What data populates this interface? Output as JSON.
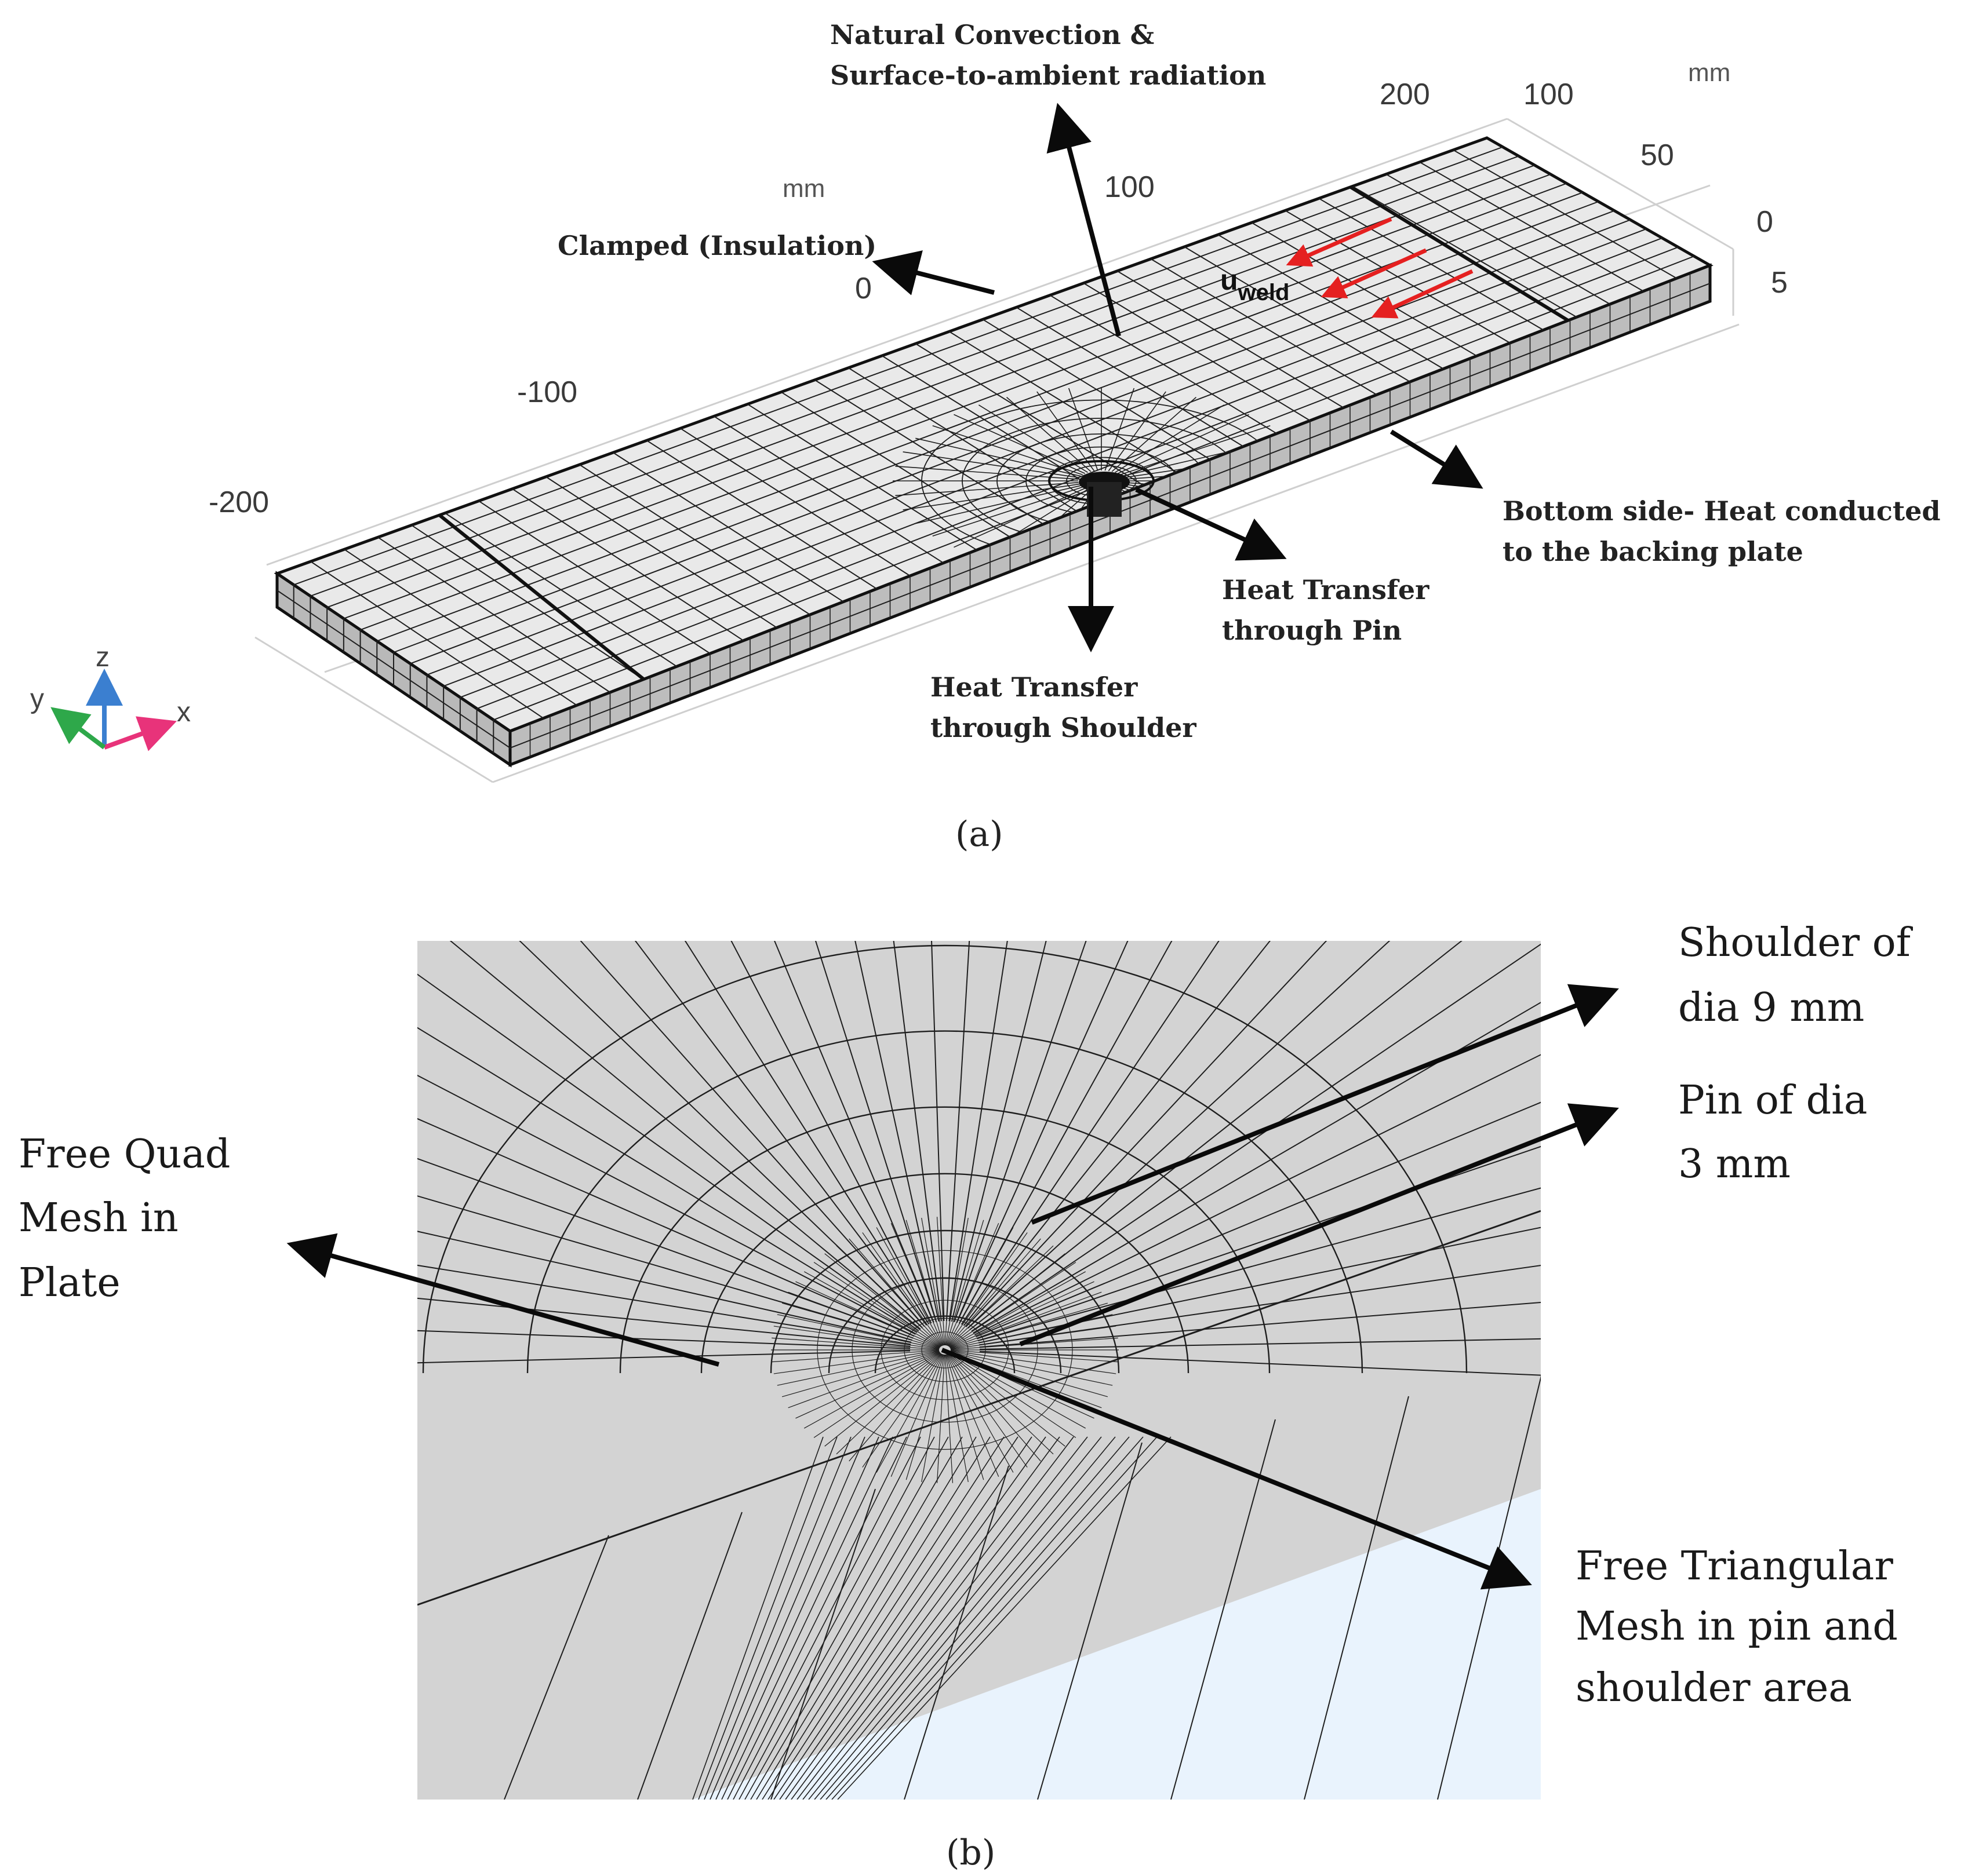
{
  "panel_a": {
    "caption": "(a)",
    "annotations": {
      "convection": "Natural Convection &",
      "radiation": "Surface-to-ambient radiation",
      "clamped": "Clamped (Insulation)",
      "bottom_line1": "Bottom side- Heat conducted",
      "bottom_line2": "to the backing plate",
      "pin_line1": "Heat Transfer",
      "pin_line2": "through Pin",
      "shoulder_line1": "Heat Transfer",
      "shoulder_line2": "through Shoulder",
      "velocity_main": "u",
      "velocity_sub": "weld"
    },
    "axes": {
      "x_ticks": [
        "-200",
        "-100",
        "0",
        "100"
      ],
      "x_unit": "mm",
      "y_ticks": [
        "200",
        "100"
      ],
      "z_ticks": [
        "50",
        "0",
        "5"
      ],
      "z_unit": "mm"
    },
    "triad": {
      "x": "x",
      "y": "y",
      "z": "z",
      "x_color": "#e8337a",
      "y_color": "#2ea84a",
      "z_color": "#3b7fd0"
    }
  },
  "panel_b": {
    "caption": "(b)",
    "annotations": {
      "quad_line1": "Free Quad",
      "quad_line2": "Mesh in",
      "quad_line3": "Plate",
      "shoulder_line1": "Shoulder of",
      "shoulder_line2": "dia 9 mm",
      "pin_line1": "Pin of dia",
      "pin_line2": "3 mm",
      "tri_line1": "Free Triangular",
      "tri_line2": "Mesh in pin and",
      "tri_line3": "shoulder area"
    }
  },
  "colors": {
    "plate_top": "#e9e9e9",
    "plate_side": "#b9b9b9",
    "zoom_face": "#d3d3d3",
    "zoom_background": "#e9f3fd",
    "arrow": "#0a0a0a",
    "velocity_arrow": "#e52020"
  }
}
